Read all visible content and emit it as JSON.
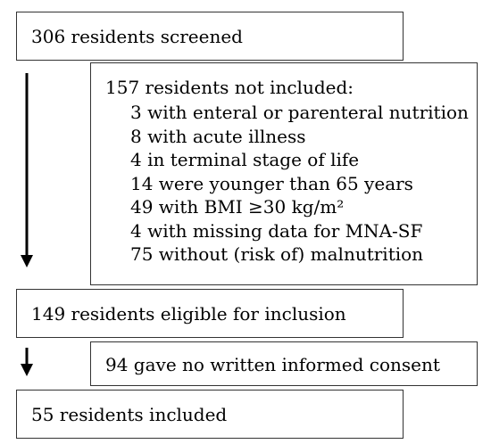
{
  "flowchart": {
    "screened": "306 residents screened",
    "not_included": {
      "heading": "157 residents not included:",
      "reasons": [
        "3 with enteral or parenteral nutrition",
        "8 with acute illness",
        "4 in terminal stage of life",
        "14 were younger than 65 years",
        "49 with BMI ≥30 kg/m²",
        "4 with missing data for MNA-SF",
        "75 without (risk of) malnutrition"
      ]
    },
    "eligible": "149 residents eligible for inclusion",
    "no_consent": "94 gave no written informed consent",
    "included": "55 residents included"
  },
  "colors": {
    "border": "#333333",
    "arrow": "#000000",
    "text": "#000000"
  }
}
